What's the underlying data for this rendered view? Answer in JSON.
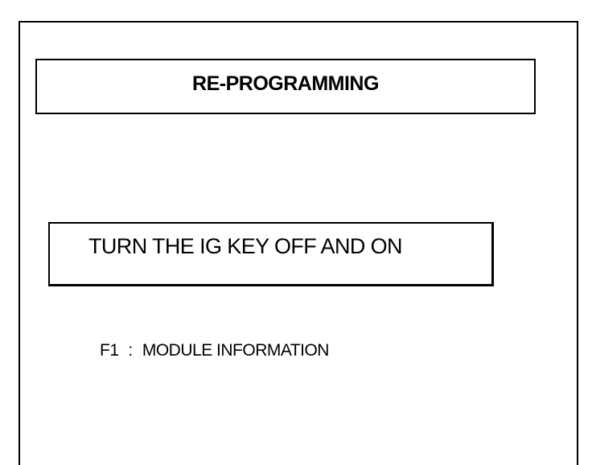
{
  "screen": {
    "title": "RE-PROGRAMMING",
    "message": "TURN THE IG KEY OFF AND ON"
  },
  "function_keys": [
    {
      "key": "F1",
      "separator": ":",
      "label": "MODULE INFORMATION"
    }
  ],
  "colors": {
    "background": "#ffffff",
    "foreground": "#000000"
  }
}
